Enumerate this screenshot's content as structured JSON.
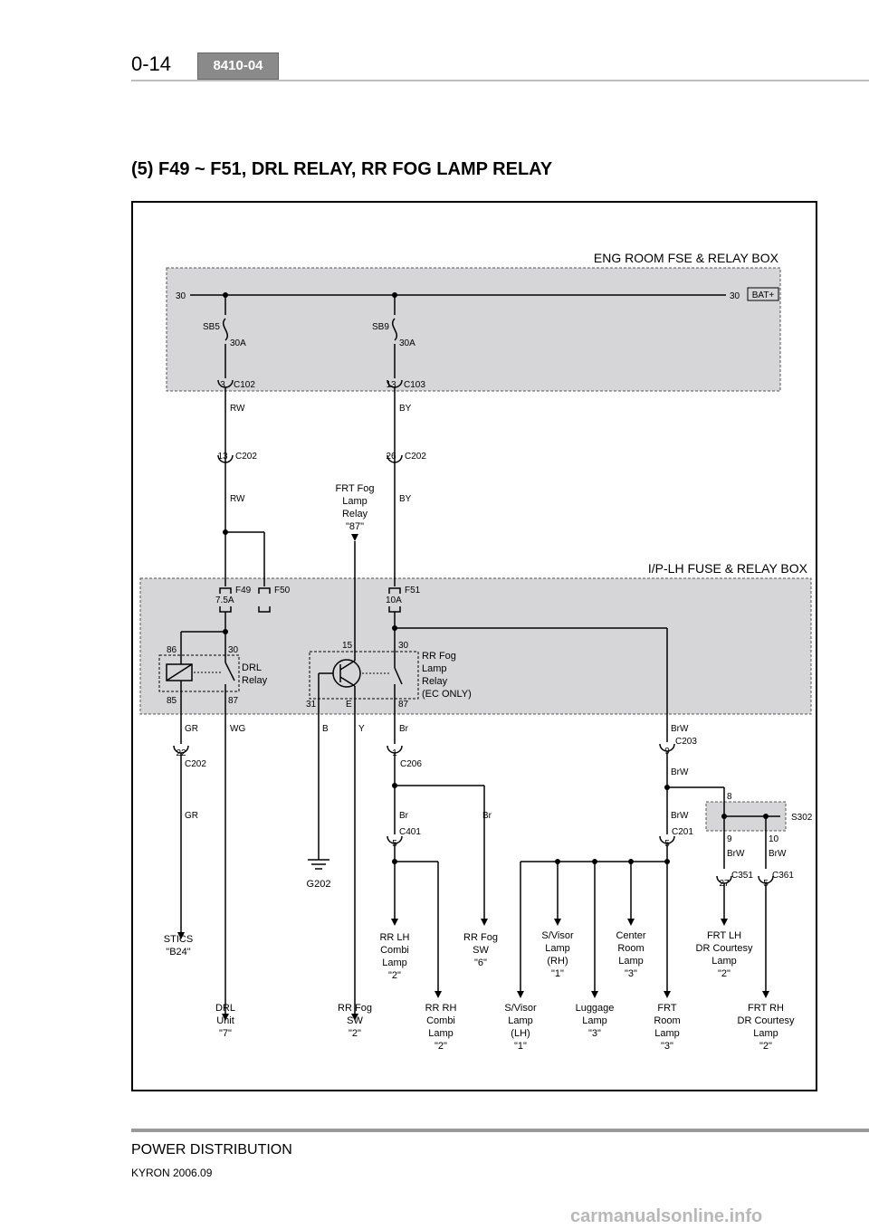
{
  "header": {
    "page_number": "0-14",
    "code_badge": "8410-04"
  },
  "section_title": "(5) F49 ~ F51, DRL RELAY, RR FOG LAMP RELAY",
  "diagram": {
    "eng_box_title": "ENG ROOM FSE & RELAY BOX",
    "ip_box_title": "I/P-LH FUSE & RELAY BOX",
    "bus_left": "30",
    "bus_right": "30",
    "bat": "BAT+",
    "sb5": "SB5",
    "sb5_amp": "30A",
    "sb9": "SB9",
    "sb9_amp": "30A",
    "c102_pin": "3",
    "c102": "C102",
    "c103_pin": "13",
    "c103": "C103",
    "rw1": "RW",
    "by1": "BY",
    "c202a_pin": "13",
    "c202a": "C202",
    "c202b_pin": "26",
    "c202b": "C202",
    "rw2": "RW",
    "by2": "BY",
    "frt_fog_relay": [
      "FRT Fog",
      "Lamp",
      "Relay",
      "\"87\""
    ],
    "f49": "F49",
    "f49_amp": "7.5A",
    "f50": "F50",
    "f51": "F51",
    "f51_amp": "10A",
    "drl_86": "86",
    "drl_30": "30",
    "drl_85": "85",
    "drl_87": "87",
    "drl_relay": [
      "DRL",
      "Relay"
    ],
    "fog_15": "15",
    "fog_30": "30",
    "fog_31": "31",
    "fog_e": "E",
    "fog_87": "87",
    "rr_fog_relay": [
      "RR Fog",
      "Lamp",
      "Relay",
      "(EC ONLY)"
    ],
    "w_gr1": "GR",
    "w_wg": "WG",
    "w_b": "B",
    "w_y": "Y",
    "w_br1": "Br",
    "w_brw1": "BrW",
    "c203": "C203",
    "c203_pin": "9",
    "c202c_pin": "22",
    "c202c": "C202",
    "c206_pin": "1",
    "c206": "C206",
    "w_brw2": "BrW",
    "pin8": "8",
    "w_gr2": "GR",
    "w_br2": "Br",
    "w_br3": "Br",
    "w_brw3": "BrW",
    "s302": "S302",
    "pin9": "9",
    "pin10": "10",
    "c401_pin": "5",
    "c401": "C401",
    "c201_pin": "5",
    "c201": "C201",
    "w_brw4": "BrW",
    "w_brw5": "BrW",
    "c351_pin": "27",
    "c351": "C351",
    "c361_pin": "5",
    "c361": "C361",
    "g202": "G202",
    "stics": [
      "STICS",
      "\"B24\""
    ],
    "rr_lh_combi": [
      "RR LH",
      "Combi",
      "Lamp",
      "\"2\""
    ],
    "rr_fog_sw6": [
      "RR Fog",
      "SW",
      "\"6\""
    ],
    "svisor_rh": [
      "S/Visor",
      "Lamp",
      "(RH)",
      "\"1\""
    ],
    "center_room": [
      "Center",
      "Room",
      "Lamp",
      "\"3\""
    ],
    "frt_lh_courtesy": [
      "FRT LH",
      "DR Courtesy",
      "Lamp",
      "\"2\""
    ],
    "drl_unit": [
      "DRL",
      "Unit",
      "\"7\""
    ],
    "rr_fog_sw2": [
      "RR Fog",
      "SW",
      "\"2\""
    ],
    "rr_rh_combi": [
      "RR RH",
      "Combi",
      "Lamp",
      "\"2\""
    ],
    "svisor_lh": [
      "S/Visor",
      "Lamp",
      "(LH)",
      "\"1\""
    ],
    "luggage": [
      "Luggage",
      "Lamp",
      "\"3\""
    ],
    "frt_room": [
      "FRT",
      "Room",
      "Lamp",
      "\"3\""
    ],
    "frt_rh_courtesy": [
      "FRT RH",
      "DR Courtesy",
      "Lamp",
      "\"2\""
    ]
  },
  "footer": {
    "title": "POWER DISTRIBUTION",
    "subtitle": "KYRON 2006.09"
  },
  "watermark": "carmanualsonline.info"
}
